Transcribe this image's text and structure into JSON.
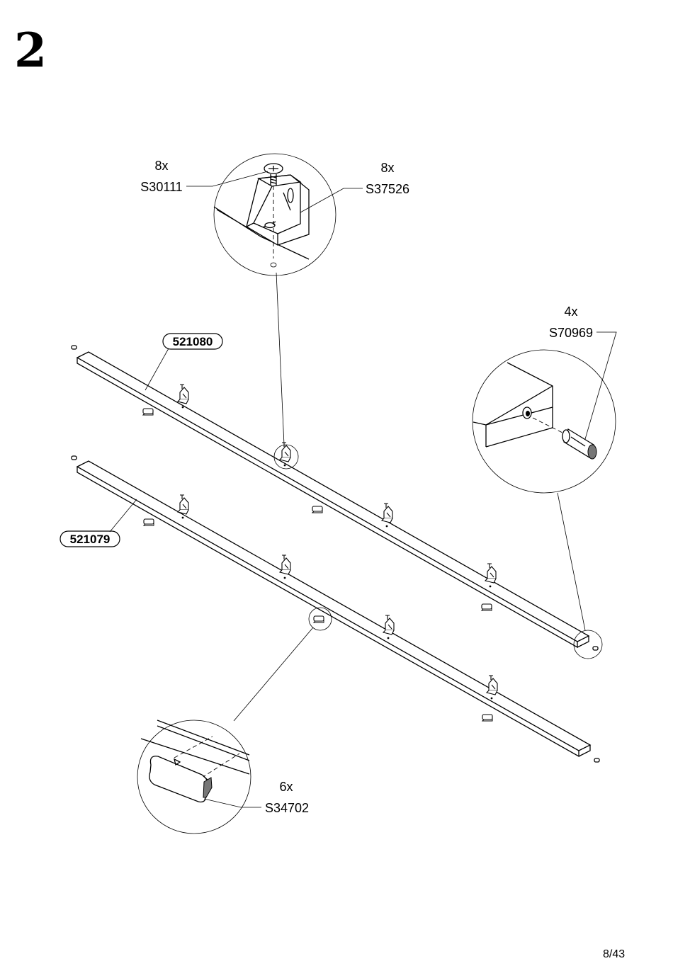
{
  "step": {
    "number": "2"
  },
  "page": {
    "number": "8/43"
  },
  "parts": {
    "screw": {
      "qty": "8x",
      "code": "S30111"
    },
    "bracket": {
      "qty": "8x",
      "code": "S37526"
    },
    "dowel": {
      "qty": "4x",
      "code": "S70969"
    },
    "cam": {
      "qty": "6x",
      "code": "S34702"
    }
  },
  "panels": {
    "upper": {
      "code": "521080"
    },
    "lower": {
      "code": "521079"
    }
  }
}
